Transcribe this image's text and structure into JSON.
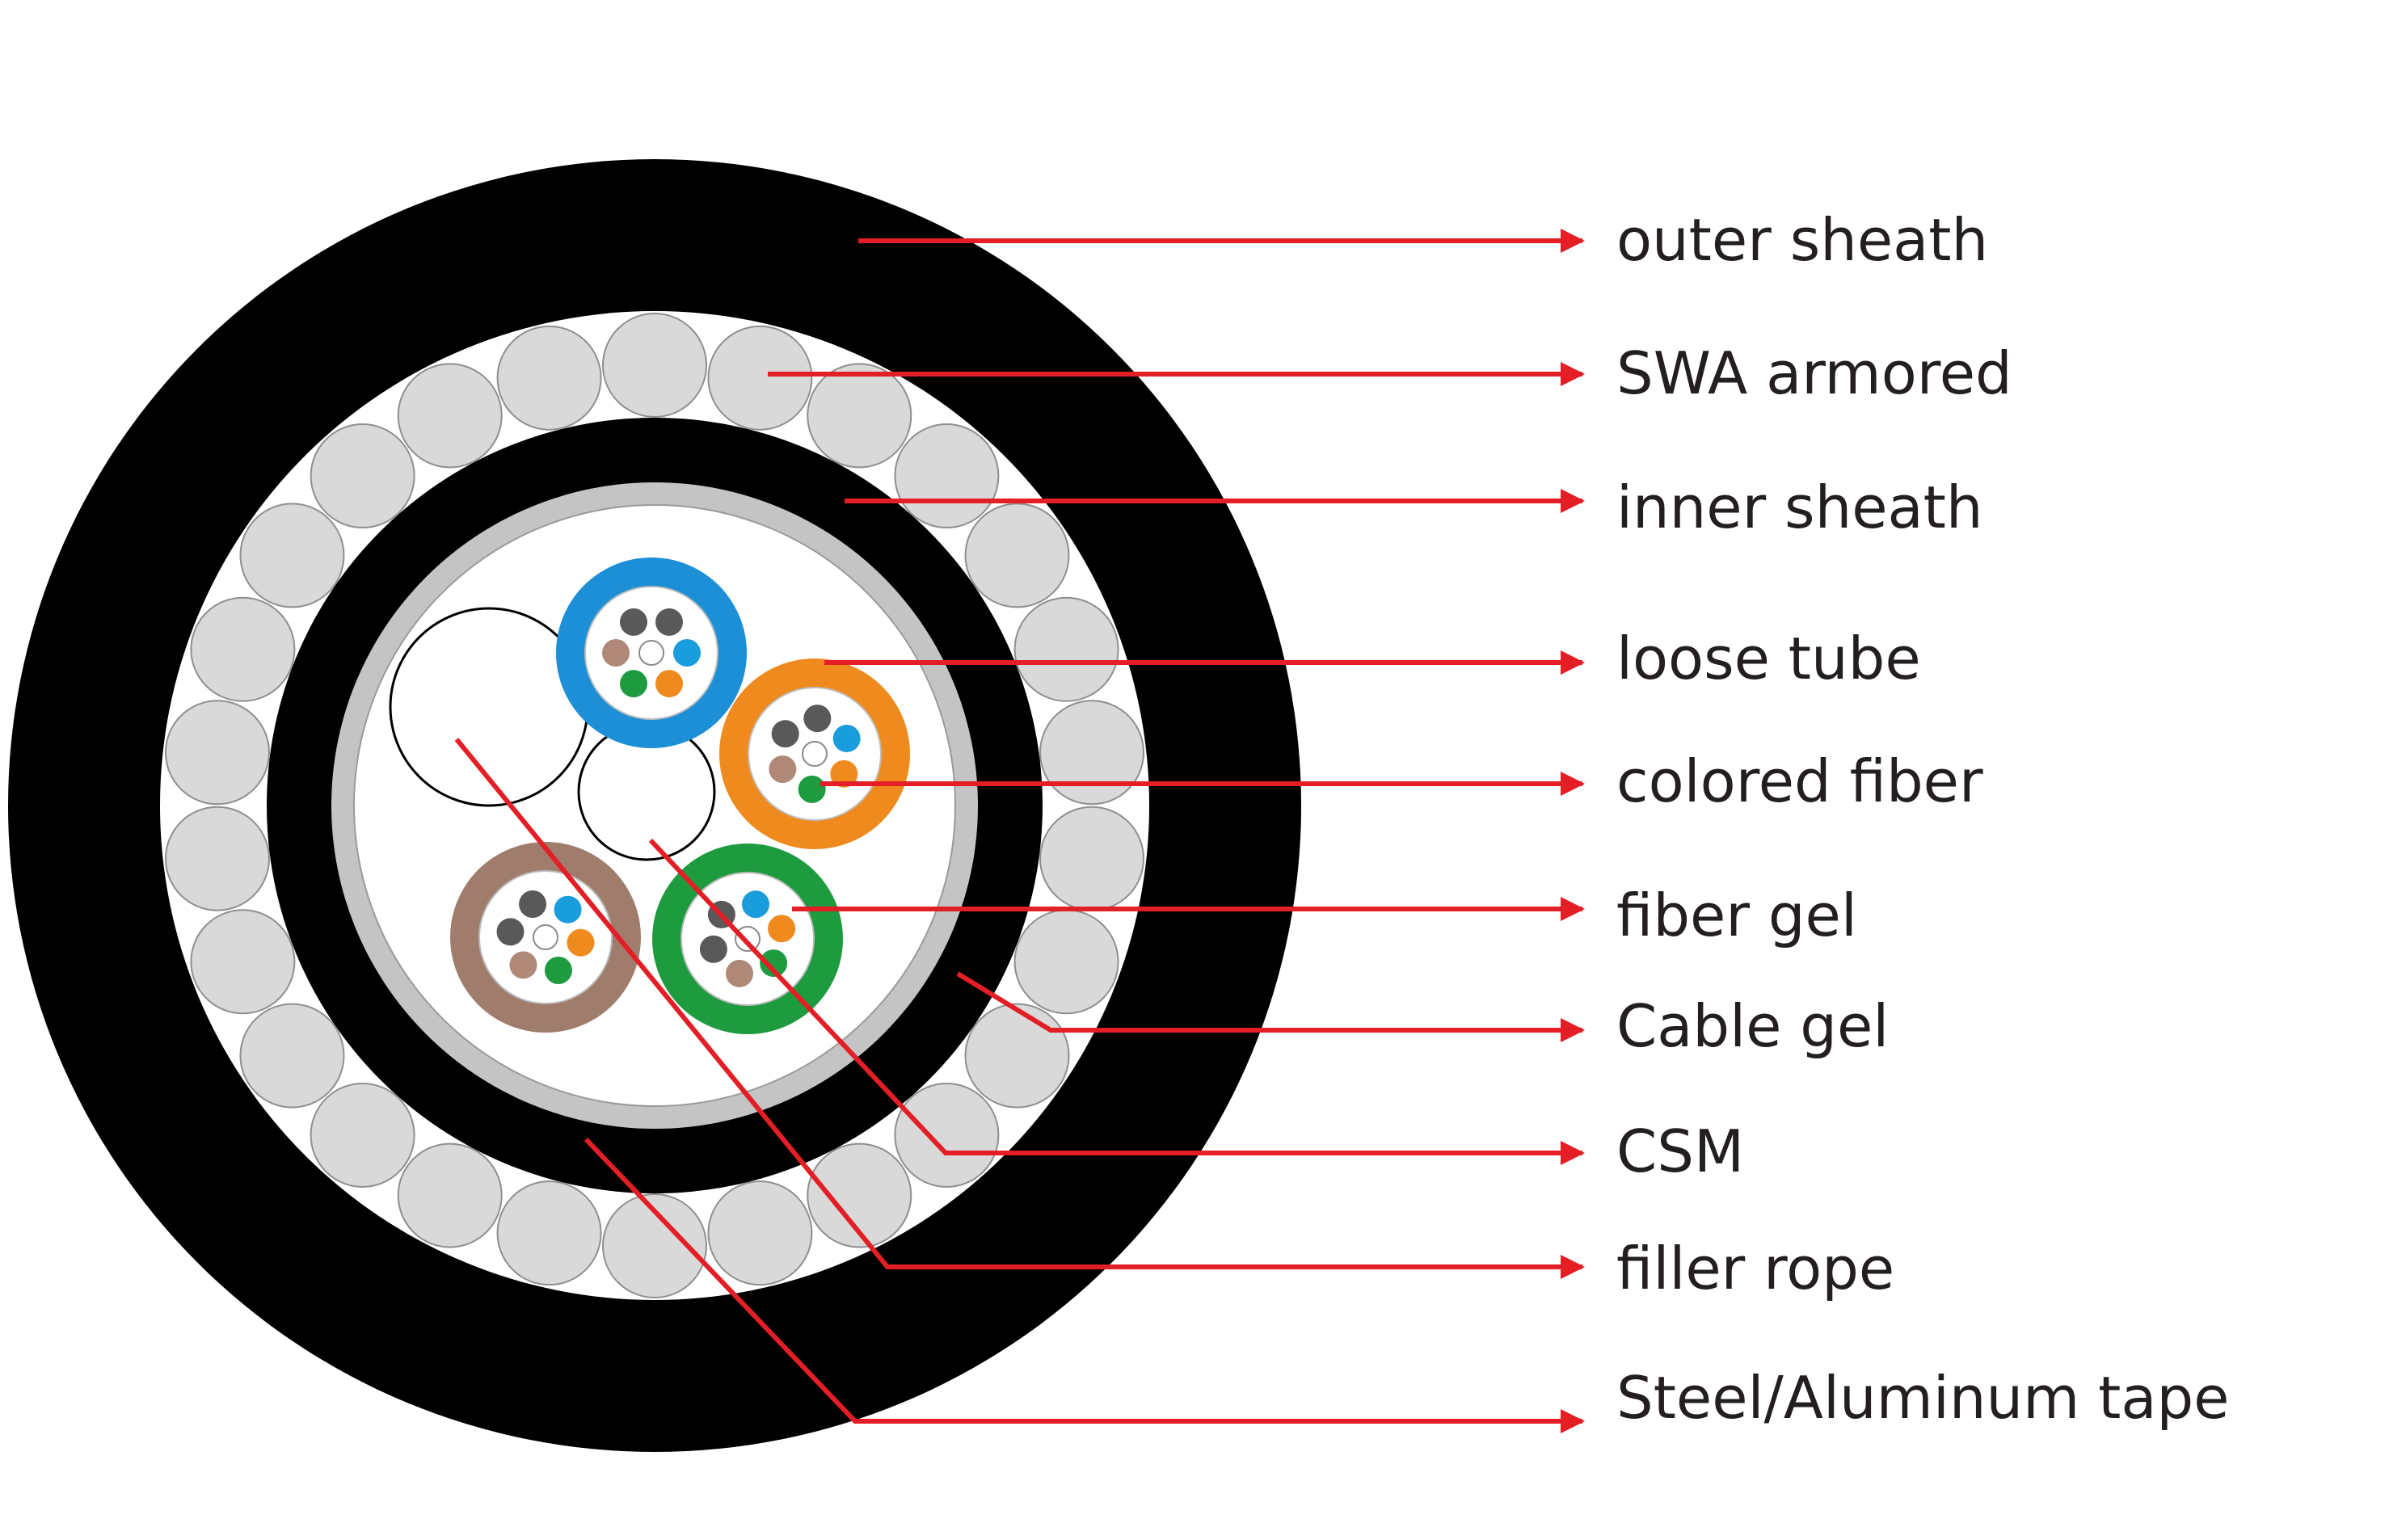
{
  "labels": [
    {
      "id": "outer-sheath",
      "text": "outer sheath"
    },
    {
      "id": "swa-armored",
      "text": "SWA armored"
    },
    {
      "id": "inner-sheath",
      "text": "inner sheath"
    },
    {
      "id": "loose-tube",
      "text": "loose tube"
    },
    {
      "id": "colored-fiber",
      "text": "colored fiber"
    },
    {
      "id": "fiber-gel",
      "text": "fiber gel"
    },
    {
      "id": "cable-gel",
      "text": "Cable gel"
    },
    {
      "id": "csm",
      "text": "CSM"
    },
    {
      "id": "filler-rope",
      "text": "filler rope"
    },
    {
      "id": "steel-tape",
      "text": "Steel/Aluminum tape"
    }
  ],
  "colors": {
    "sheath": "#000000",
    "armor_wire": "#d9d9d9",
    "tape": "#c4c4c4",
    "leader": "#e31e25",
    "text": "#231f20",
    "tube_blue": "#1c8fd6",
    "tube_orange": "#ef8a1f",
    "tube_brown": "#a07c6d",
    "tube_green": "#1e9a3f",
    "fiber_blue": "#1a9ddd",
    "fiber_orange": "#ef8a1f",
    "fiber_brown": "#b08878",
    "fiber_green": "#1e9a3f",
    "fiber_gray": "#595959"
  }
}
